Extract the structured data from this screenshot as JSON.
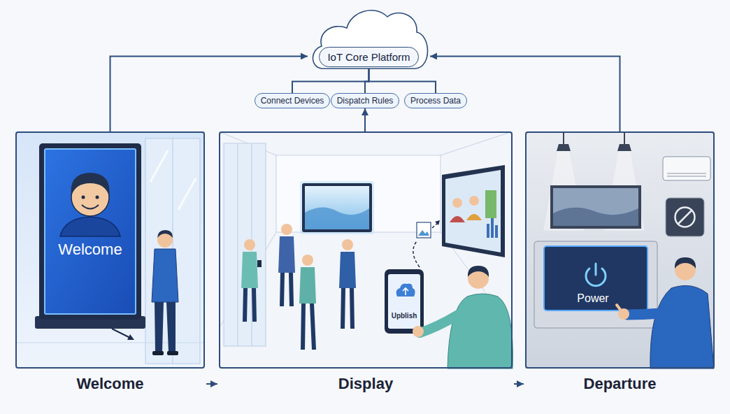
{
  "diagram": {
    "nodes": [
      {
        "text": [
          "IoT Core Platform"
        ]
      },
      {
        "text": [
          "Connect Devices"
        ]
      },
      {
        "text": [
          "Dispatch Rules"
        ]
      },
      {
        "text": [
          "Process Data"
        ]
      },
      {
        "text": [
          "Welcome"
        ]
      },
      {
        "text": [
          "Display"
        ]
      },
      {
        "text": [
          "Departure"
        ]
      }
    ],
    "edges": [
      {
        "from": 4,
        "to": 0,
        "arrow": "to"
      },
      {
        "from": 6,
        "to": 0,
        "arrow": "to"
      },
      {
        "from": 5,
        "to": 2,
        "arrow": "to"
      },
      {
        "from": 0,
        "to": 1,
        "arrow": "none"
      },
      {
        "from": 0,
        "to": 2,
        "arrow": "none"
      },
      {
        "from": 0,
        "to": 3,
        "arrow": "none"
      },
      {
        "from": 4,
        "to": 5,
        "arrow": "to"
      },
      {
        "from": 5,
        "to": 6,
        "arrow": "to"
      }
    ],
    "labels": [
      "Welcome",
      "Upblish",
      "Power"
    ]
  }
}
